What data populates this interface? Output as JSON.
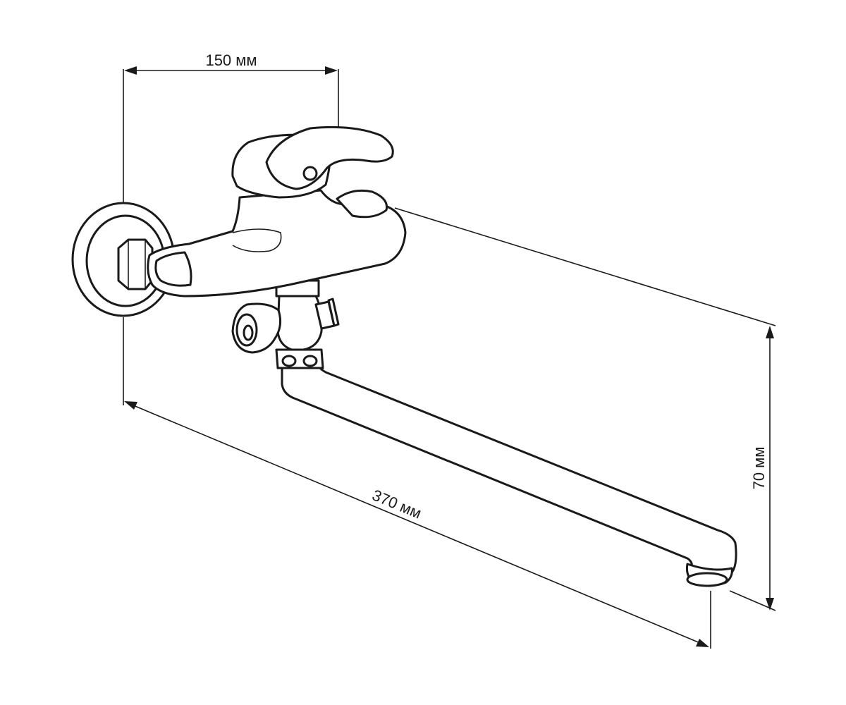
{
  "dimensions": {
    "width_label": "150 мм",
    "length_label": "370 мм",
    "height_label": "70 мм"
  },
  "colors": {
    "line": "#1a1a1a",
    "background": "#ffffff"
  }
}
